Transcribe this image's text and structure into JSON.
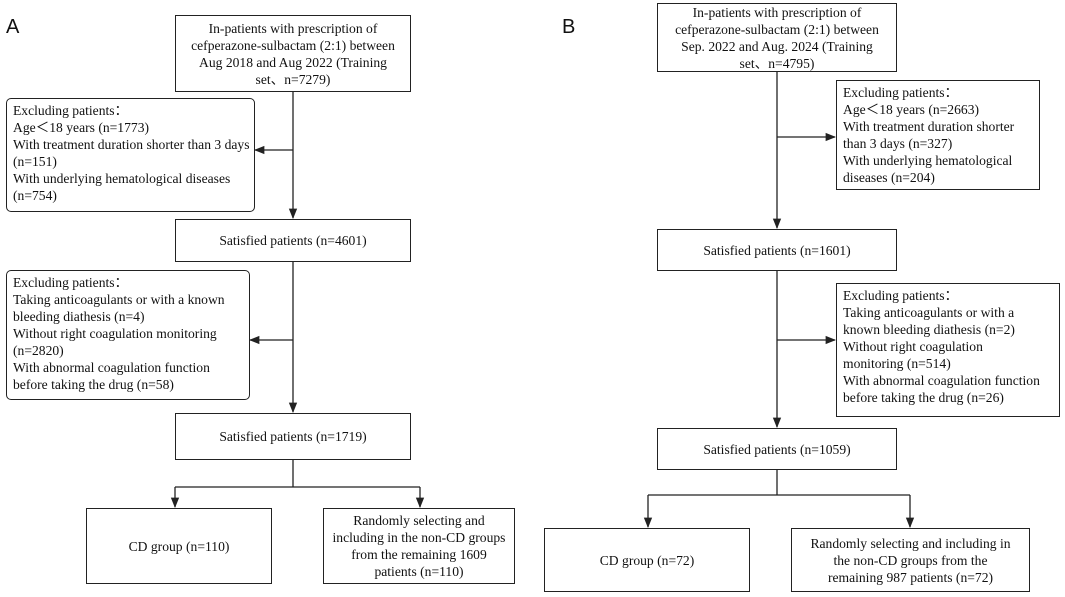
{
  "colors": {
    "stroke": "#222222",
    "text": "#111111",
    "background": "#ffffff"
  },
  "panel_a": {
    "label": "A",
    "start": {
      "lines": [
        "In-patients with prescription of",
        "cefperazone-sulbactam (2:1) between",
        "Aug 2018 and Aug 2022 (Training",
        "set、n=7279)"
      ]
    },
    "exclusion_1": {
      "lines": [
        "Excluding patients：",
        "Age＜18 years (n=1773)",
        "With treatment duration shorter than 3 days",
        "(n=151)",
        "With underlying hematological diseases",
        "(n=754)"
      ]
    },
    "satisfied_1": {
      "text": "Satisfied patients (n=4601)"
    },
    "exclusion_2": {
      "lines": [
        "Excluding patients：",
        "Taking anticoagulants or with a known",
        "bleeding diathesis (n=4)",
        "Without right coagulation monitoring",
        "(n=2820)",
        "With abnormal coagulation function",
        "before taking the drug (n=58)"
      ]
    },
    "satisfied_2": {
      "text": "Satisfied patients (n=1719)"
    },
    "cd_group": {
      "text": "CD group (n=110)"
    },
    "non_cd": {
      "lines": [
        "Randomly selecting and",
        "including in the non-CD groups",
        "from the remaining 1609",
        "patients (n=110)"
      ]
    }
  },
  "panel_b": {
    "label": "B",
    "start": {
      "lines": [
        "In-patients with prescription of",
        "cefperazone-sulbactam (2:1) between",
        "Sep. 2022 and Aug. 2024 (Training",
        "set、n=4795)"
      ]
    },
    "exclusion_1": {
      "lines": [
        "Excluding patients：",
        "Age＜18 years (n=2663)",
        "With treatment duration shorter",
        "than 3 days (n=327)",
        "With underlying hematological",
        "diseases (n=204)"
      ]
    },
    "satisfied_1": {
      "text": "Satisfied patients (n=1601)"
    },
    "exclusion_2": {
      "lines": [
        "Excluding patients：",
        "Taking anticoagulants or with a",
        "known bleeding diathesis (n=2)",
        "Without right coagulation",
        "monitoring (n=514)",
        "With abnormal coagulation function",
        "before taking the drug (n=26)"
      ]
    },
    "satisfied_2": {
      "text": "Satisfied patients (n=1059)"
    },
    "cd_group": {
      "text": "CD group (n=72)"
    },
    "non_cd": {
      "lines": [
        "Randomly selecting and including in",
        "the non-CD groups from the",
        "remaining 987 patients (n=72)"
      ]
    }
  }
}
